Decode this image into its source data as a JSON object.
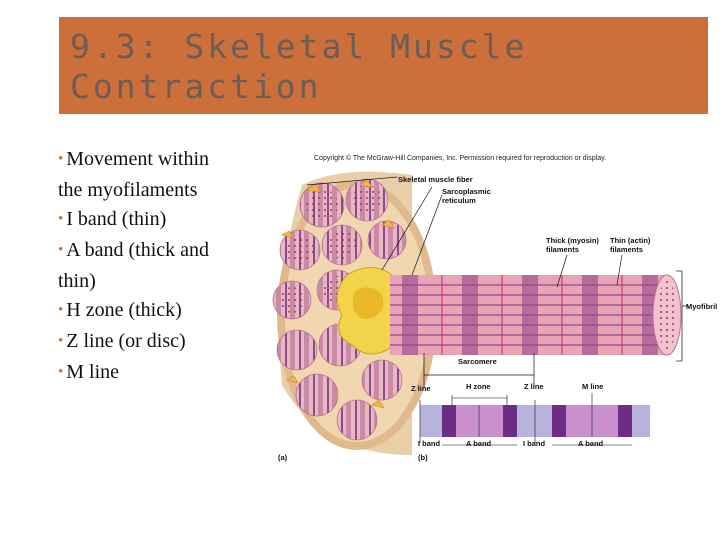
{
  "slide": {
    "title_line1": "9.3: Skeletal Muscle",
    "title_line2": "Contraction",
    "bullets": [
      {
        "line1": "Movement within",
        "line2": "the myofilaments"
      },
      {
        "line1": "I band (thin)",
        "line2": ""
      },
      {
        "line1": "A band (thick and",
        "line2": "thin)"
      },
      {
        "line1": "H zone (thick)",
        "line2": ""
      },
      {
        "line1": "Z line (or disc)",
        "line2": ""
      },
      {
        "line1": "M line",
        "line2": ""
      }
    ],
    "bullet_glyph": "•"
  },
  "figure": {
    "copyright": "Copyright © The McGraw-Hill Companies, Inc. Permission required for reproduction or display.",
    "labels": {
      "skeletal_muscle_fiber": "Skeletal muscle fiber",
      "sarcoplasmic_1": "Sarcoplasmic",
      "sarcoplasmic_2": "reticulum",
      "thick_1": "Thick (myosin)",
      "thick_2": "filaments",
      "thin_1": "Thin (actin)",
      "thin_2": "filaments",
      "myofibril": "Myofibril",
      "sarcomere": "Sarcomere",
      "z_line_1": "Z line",
      "h_zone": "H zone",
      "z_line_2": "Z line",
      "m_line": "M line",
      "i_band_1": "I band",
      "a_band_1": "A band",
      "i_band_2": "I band",
      "a_band_2": "A band",
      "part_a": "(a)",
      "part_b": "(b)"
    },
    "colors": {
      "accent": "#cd6f3b",
      "title_text": "#6b5e56",
      "i_band": "#b7b3dd",
      "a_band_dark": "#6d2d84",
      "h_zone": "#c98fcf",
      "fiber_pink": "#e8a3b4"
    }
  }
}
